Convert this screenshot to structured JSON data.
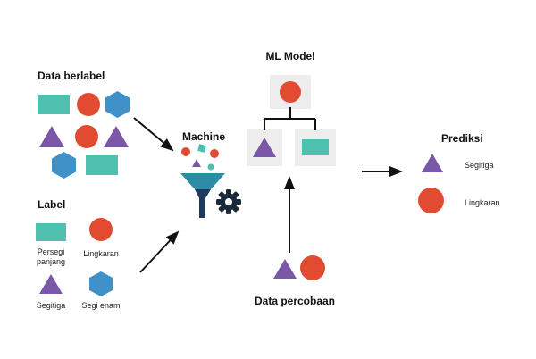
{
  "colors": {
    "teal": "#4DC0B0",
    "red": "#E14B31",
    "purple": "#7B57A8",
    "blue": "#4191C9",
    "box_gray": "#EDEDED",
    "funnel_teal": "#2B8CA3",
    "funnel_dark": "#1E3A5F",
    "gear_dark": "#1B2A38",
    "text": "#111111"
  },
  "labeled_data": {
    "title": "Data berlabel"
  },
  "label_section": {
    "title": "Label",
    "items": [
      {
        "shape": "rectangle",
        "label": "Persegi panjang"
      },
      {
        "shape": "circle",
        "label": "Lingkaran"
      },
      {
        "shape": "triangle",
        "label": "Segitiga"
      },
      {
        "shape": "hexagon",
        "label": "Segi enam"
      }
    ]
  },
  "machine": {
    "title": "Machine"
  },
  "ml_model": {
    "title": "ML Model"
  },
  "test_data": {
    "title": "Data percobaan"
  },
  "prediction": {
    "title": "Prediksi",
    "items": [
      {
        "shape": "triangle",
        "label": "Segitiga"
      },
      {
        "shape": "circle",
        "label": "Lingkaran"
      }
    ]
  }
}
